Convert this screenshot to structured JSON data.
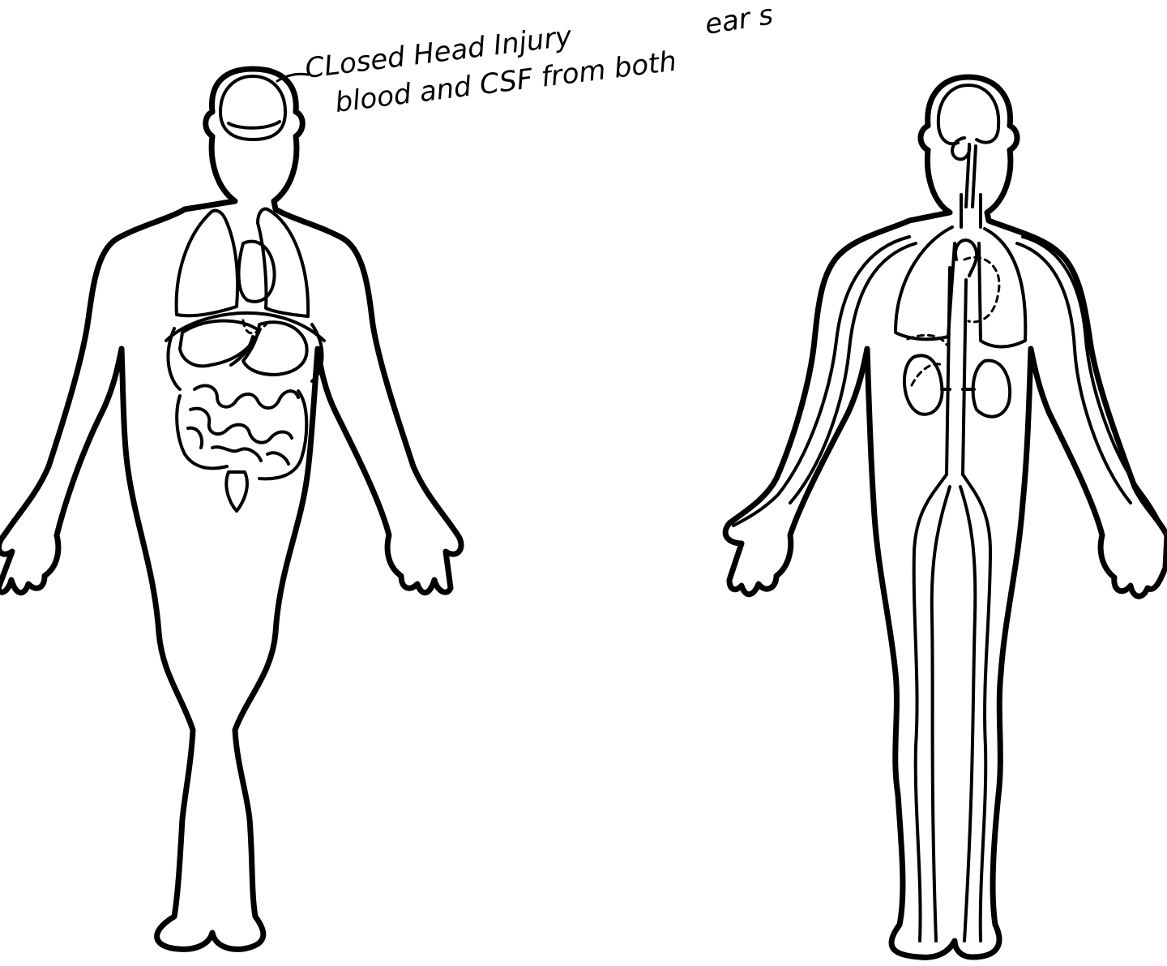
{
  "annotation": {
    "line1": "CLosed Head Injury",
    "line2": "blood and CSF from both",
    "line3": "ear s"
  },
  "colors": {
    "ink": "#000000",
    "paper": "#ffffff"
  }
}
